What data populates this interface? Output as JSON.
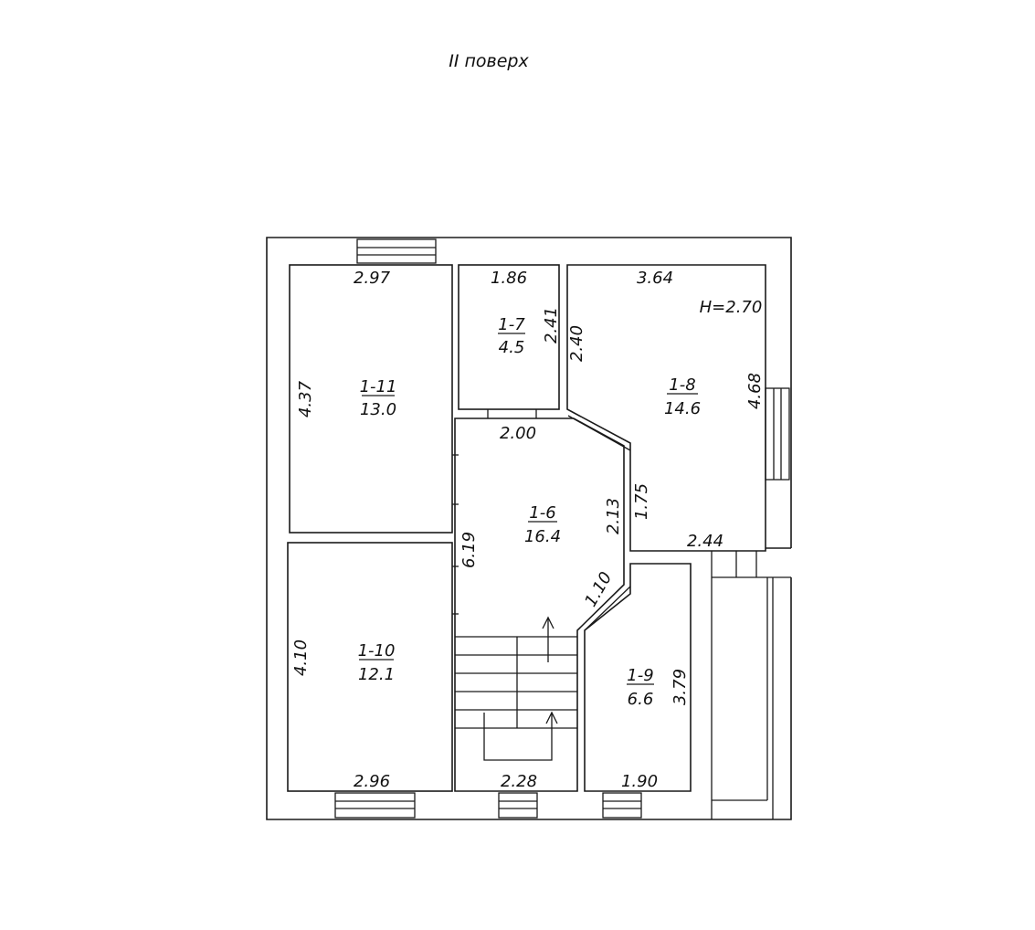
{
  "title": "II поверх",
  "height_note": "H=2.70",
  "rooms": [
    {
      "id": "1-11",
      "area": "13.0"
    },
    {
      "id": "1-7",
      "area": "4.5"
    },
    {
      "id": "1-8",
      "area": "14.6"
    },
    {
      "id": "1-6",
      "area": "16.4"
    },
    {
      "id": "1-10",
      "area": "12.1"
    },
    {
      "id": "1-9",
      "area": "6.6"
    }
  ],
  "dimensions": {
    "r11_top": "2.97",
    "r11_side": "4.37",
    "r7_top": "1.86",
    "r7_side": "2.41",
    "r8_left": "2.40",
    "r8_top": "3.64",
    "r8_side": "4.68",
    "r8_inner": "1.75",
    "r8_bottom": "2.44",
    "r6_top": "2.00",
    "r6_diag": "2.13",
    "r6_side": "6.19",
    "r6_diag2": "1.10",
    "r6_bottom": "2.28",
    "r10_side": "4.10",
    "r10_bottom": "2.96",
    "r9_side": "3.79",
    "r9_bottom": "1.90"
  }
}
